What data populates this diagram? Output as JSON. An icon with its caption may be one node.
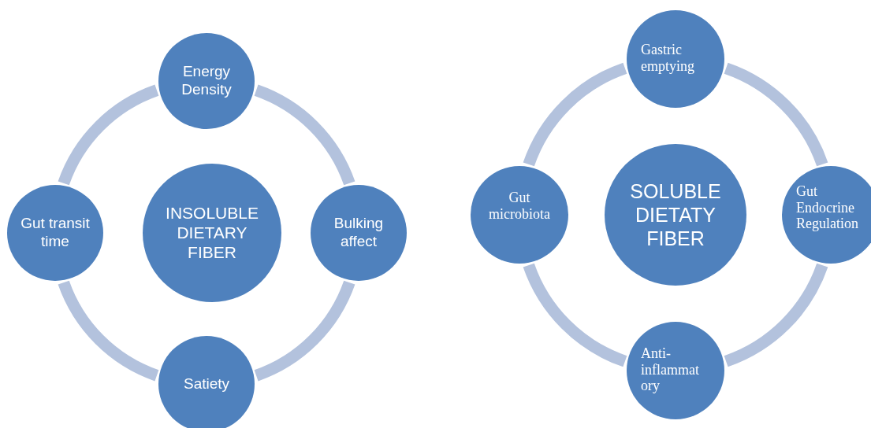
{
  "diagram": {
    "nodes": [
      {
        "text": [
          "INSOLUBLE DIETARY FIBER"
        ]
      },
      {
        "text": [
          "Energy Density"
        ]
      },
      {
        "text": [
          "Bulking affect"
        ]
      },
      {
        "text": [
          "Satiety"
        ]
      },
      {
        "text": [
          "Gut transit time"
        ]
      },
      {
        "text": [
          "SOLUBLE DIETATY FIBER"
        ]
      },
      {
        "text": [
          "Gastric emptying"
        ]
      },
      {
        "text": [
          "Gut Endocrine Regulation"
        ]
      },
      {
        "text": [
          "Anti-inflammatory"
        ]
      },
      {
        "text": [
          "Gut microbiota"
        ]
      }
    ],
    "edges": [
      {
        "from": 1,
        "to": 2,
        "arrow": "none"
      },
      {
        "from": 2,
        "to": 3,
        "arrow": "none"
      },
      {
        "from": 3,
        "to": 4,
        "arrow": "none"
      },
      {
        "from": 4,
        "to": 1,
        "arrow": "none"
      },
      {
        "from": 6,
        "to": 7,
        "arrow": "none"
      },
      {
        "from": 7,
        "to": 8,
        "arrow": "none"
      },
      {
        "from": 8,
        "to": 9,
        "arrow": "none"
      },
      {
        "from": 9,
        "to": 6,
        "arrow": "none"
      }
    ]
  }
}
